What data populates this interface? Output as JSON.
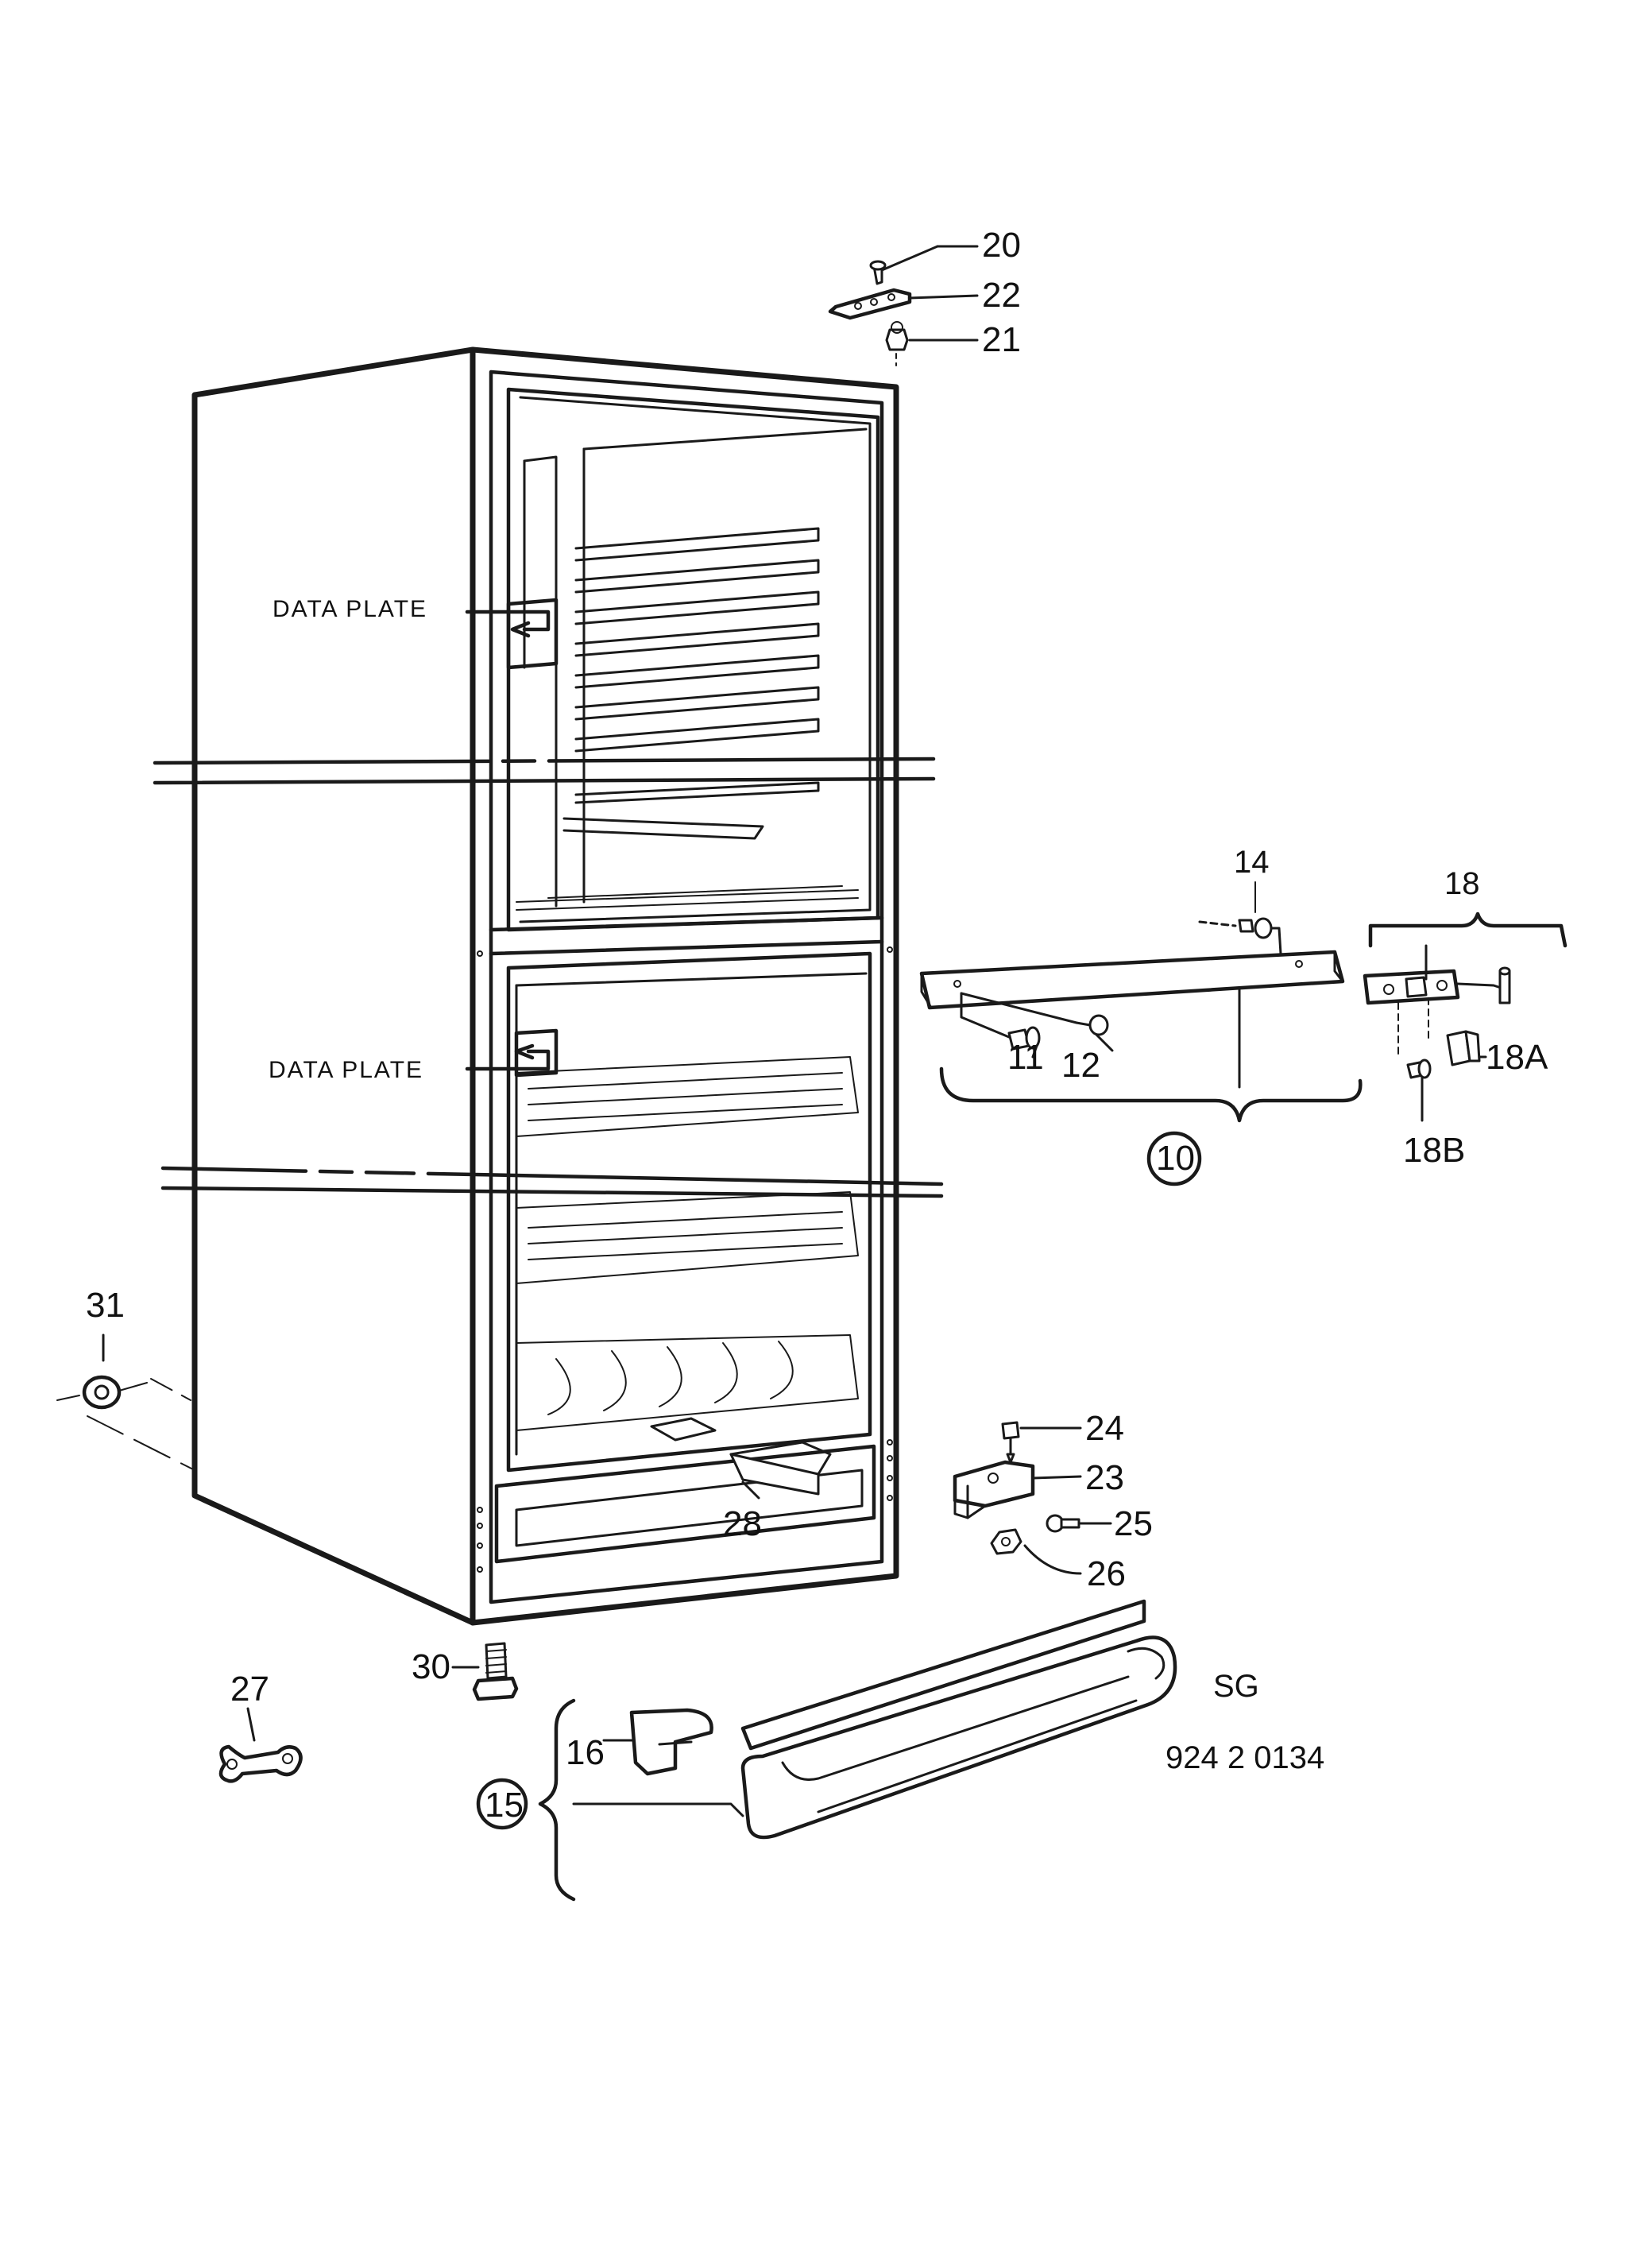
{
  "callouts": {
    "p20": "20",
    "p22": "22",
    "p21": "21",
    "p14": "14",
    "p18": "18",
    "p11": "11",
    "p12": "12",
    "p10": "10",
    "p18A": "18A",
    "p18B": "18B",
    "p31": "31",
    "p24": "24",
    "p23": "23",
    "p25": "25",
    "p26": "26",
    "p28": "28",
    "p30": "30",
    "p27": "27",
    "p16": "16",
    "p15": "15"
  },
  "labels": {
    "data_plate_upper": "DATA PLATE",
    "data_plate_lower": "DATA PLATE",
    "model_code": "SG",
    "drawing_number": "924 2 0134"
  }
}
